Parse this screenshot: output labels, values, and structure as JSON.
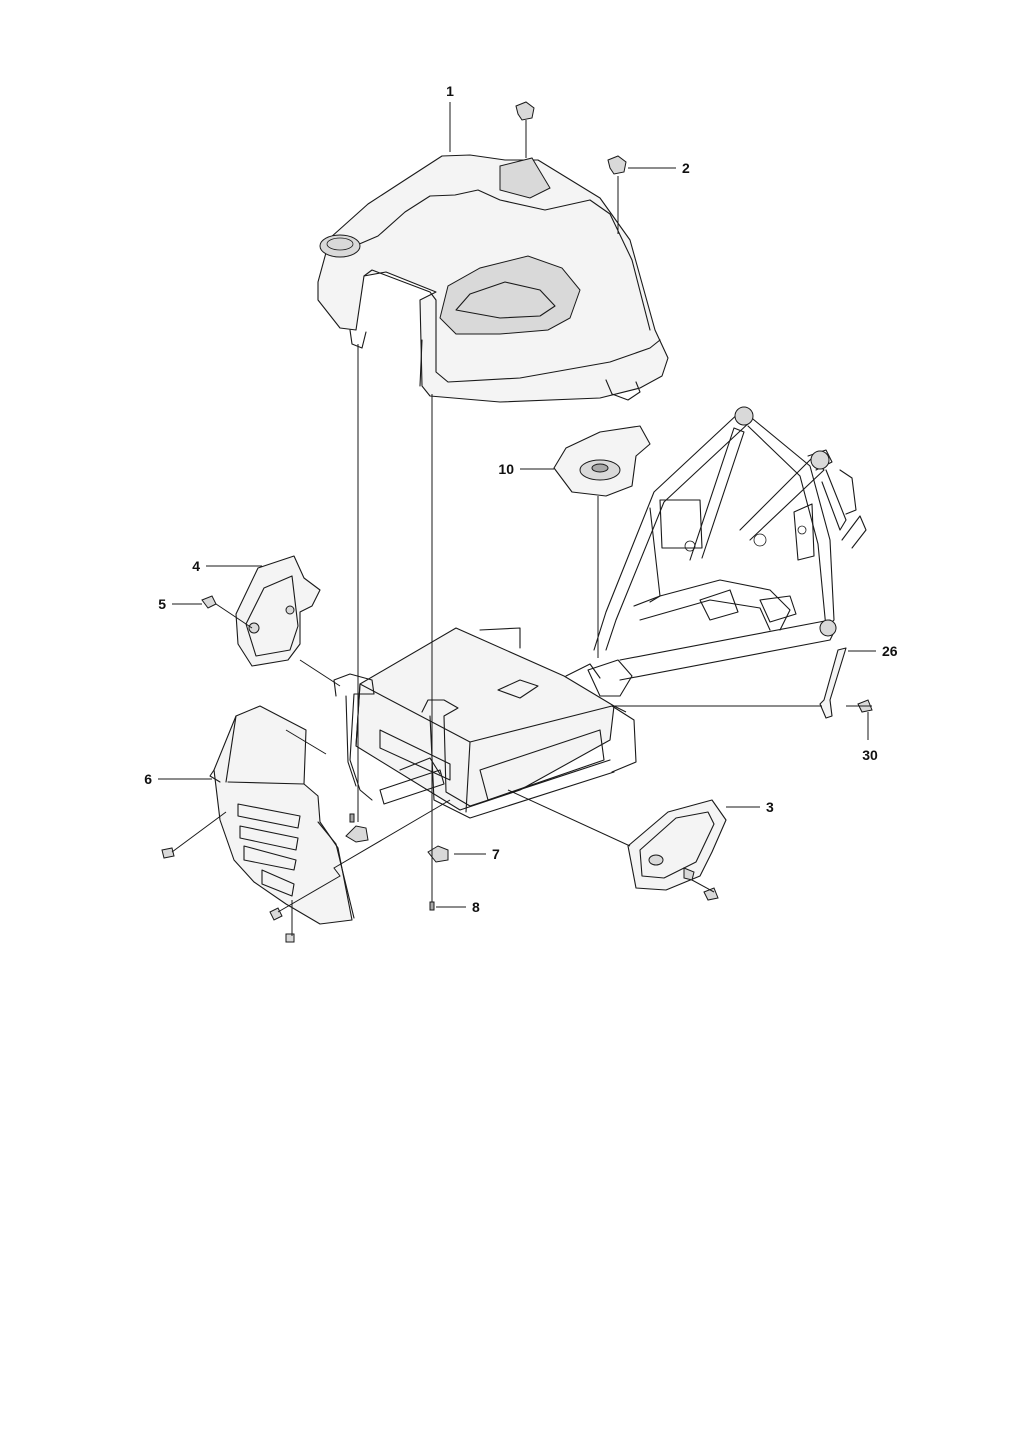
{
  "diagram": {
    "part_labels": [
      {
        "id": "1",
        "text": "1"
      },
      {
        "id": "2",
        "text": "2"
      },
      {
        "id": "3",
        "text": "3"
      },
      {
        "id": "4",
        "text": "4"
      },
      {
        "id": "5",
        "text": "5"
      },
      {
        "id": "6",
        "text": "6"
      },
      {
        "id": "7",
        "text": "7"
      },
      {
        "id": "8",
        "text": "8"
      },
      {
        "id": "10",
        "text": "10"
      },
      {
        "id": "26",
        "text": "26"
      },
      {
        "id": "30",
        "text": "30"
      }
    ]
  }
}
